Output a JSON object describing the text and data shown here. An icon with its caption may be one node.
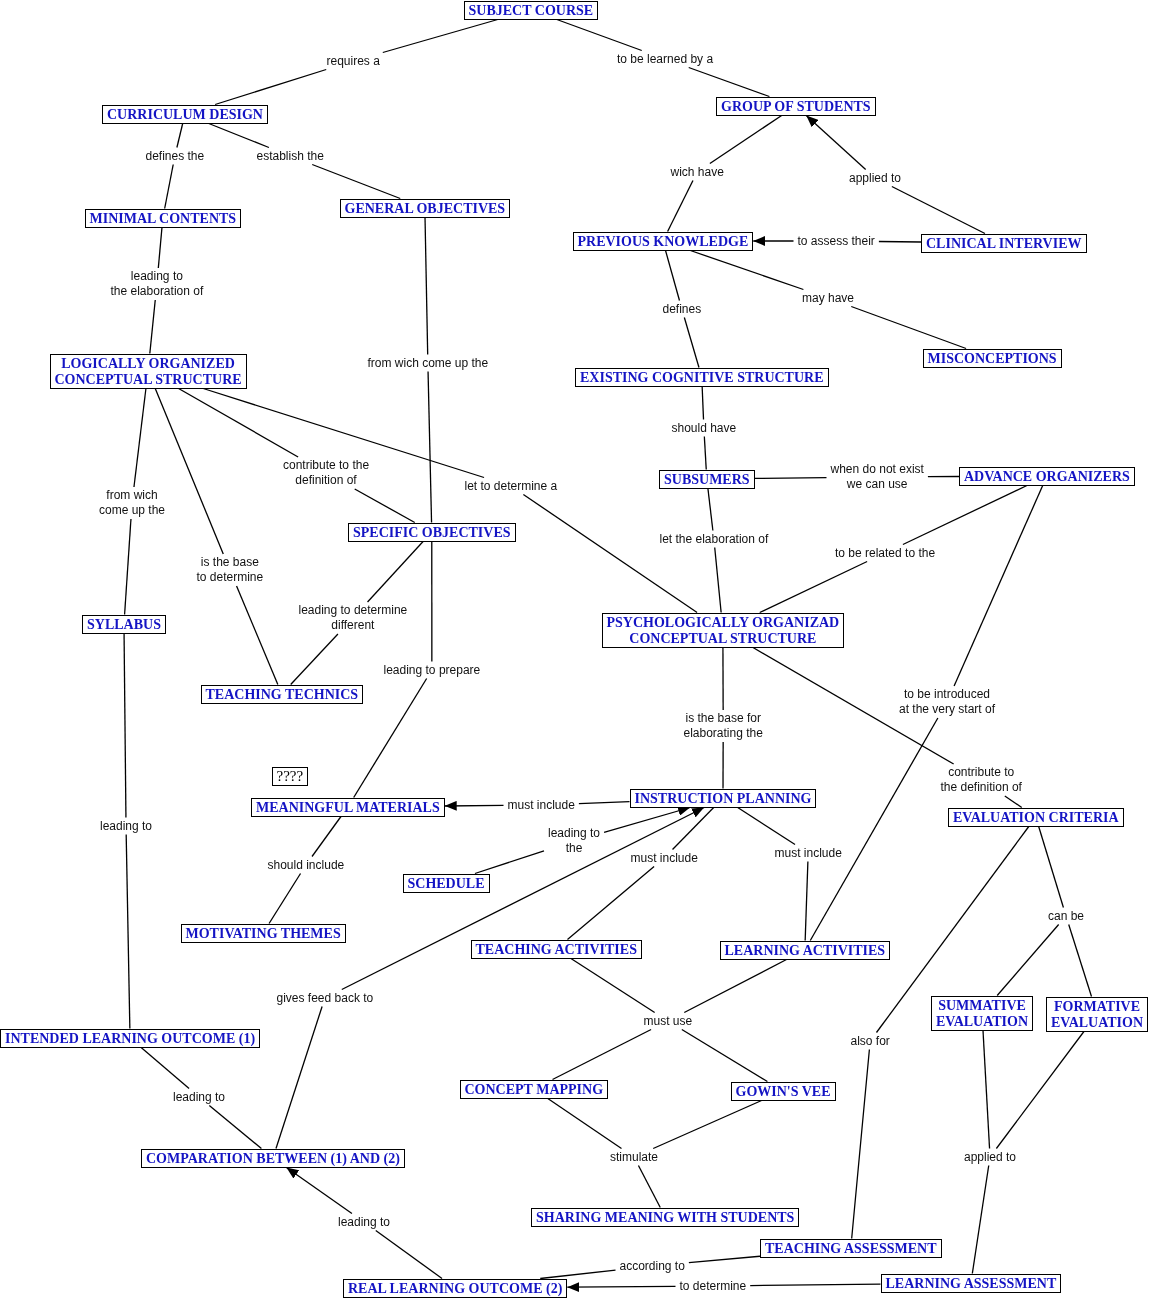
{
  "diagram": {
    "nodes": [
      {
        "text": [
          "SUBJECT COURSE"
        ]
      },
      {
        "text": [
          "requires a"
        ]
      },
      {
        "text": [
          "to be learned by a"
        ]
      },
      {
        "text": [
          "CURRICULUM DESIGN"
        ]
      },
      {
        "text": [
          "GROUP OF STUDENTS"
        ]
      },
      {
        "text": [
          "defines the"
        ]
      },
      {
        "text": [
          "establish the"
        ]
      },
      {
        "text": [
          "wich have"
        ]
      },
      {
        "text": [
          "applied to"
        ]
      },
      {
        "text": [
          "GENERAL OBJECTIVES"
        ]
      },
      {
        "text": [
          "MINIMAL CONTENTS"
        ]
      },
      {
        "text": [
          "PREVIOUS KNOWLEDGE"
        ]
      },
      {
        "text": [
          "to assess their"
        ]
      },
      {
        "text": [
          "CLINICAL INTERVIEW"
        ]
      },
      {
        "text": [
          "leading to the elaboration of"
        ]
      },
      {
        "text": [
          "may have"
        ]
      },
      {
        "text": [
          "defines"
        ]
      },
      {
        "text": [
          "MISCONCEPTIONS"
        ]
      },
      {
        "text": [
          "from wich come up the"
        ]
      },
      {
        "text": [
          "LOGICALLY ORGANIZED CONCEPTUAL STRUCTURE"
        ]
      },
      {
        "text": [
          "EXISTING COGNITIVE STRUCTURE"
        ]
      },
      {
        "text": [
          "should have"
        ]
      },
      {
        "text": [
          "contribute to the definition of"
        ]
      },
      {
        "text": [
          "SUBSUMERS"
        ]
      },
      {
        "text": [
          "when do not exist we can use"
        ]
      },
      {
        "text": [
          "ADVANCE ORGANIZERS"
        ]
      },
      {
        "text": [
          "let to determine a"
        ]
      },
      {
        "text": [
          "from wich come up the"
        ]
      },
      {
        "text": [
          "SPECIFIC OBJECTIVES"
        ]
      },
      {
        "text": [
          "let the elaboration of"
        ]
      },
      {
        "text": [
          "to be related to the"
        ]
      },
      {
        "text": [
          "is the base to determine"
        ]
      },
      {
        "text": [
          "leading to determine different"
        ]
      },
      {
        "text": [
          "SYLLABUS"
        ]
      },
      {
        "text": [
          "PSYCHOLOGICALLY ORGANIZAD CONCEPTUAL STRUCTURE"
        ]
      },
      {
        "text": [
          "leading to prepare"
        ]
      },
      {
        "text": [
          "TEACHING TECHNICS"
        ]
      },
      {
        "text": [
          "to be introduced at the very start of"
        ]
      },
      {
        "text": [
          "is the base for elaborating the"
        ]
      },
      {
        "text": [
          "????"
        ]
      },
      {
        "text": [
          "contribute to the definition of"
        ]
      },
      {
        "text": [
          "INSTRUCTION PLANNING"
        ]
      },
      {
        "text": [
          "must include"
        ]
      },
      {
        "text": [
          "MEANINGFUL MATERIALS"
        ]
      },
      {
        "text": [
          "EVALUATION CRITERIA"
        ]
      },
      {
        "text": [
          "leading to"
        ]
      },
      {
        "text": [
          "leading to the"
        ]
      },
      {
        "text": [
          "must include"
        ]
      },
      {
        "text": [
          "must include"
        ]
      },
      {
        "text": [
          "should include"
        ]
      },
      {
        "text": [
          "SCHEDULE"
        ]
      },
      {
        "text": [
          "can be"
        ]
      },
      {
        "text": [
          "MOTIVATING THEMES"
        ]
      },
      {
        "text": [
          "TEACHING ACTIVITIES"
        ]
      },
      {
        "text": [
          "LEARNING ACTIVITIES"
        ]
      },
      {
        "text": [
          "gives feed back to"
        ]
      },
      {
        "text": [
          "SUMMATIVE EVALUATION"
        ]
      },
      {
        "text": [
          "FORMATIVE EVALUATION"
        ]
      },
      {
        "text": [
          "must use"
        ]
      },
      {
        "text": [
          "INTENDED LEARNING OUTCOME (1)"
        ]
      },
      {
        "text": [
          "also for"
        ]
      },
      {
        "text": [
          "CONCEPT MAPPING"
        ]
      },
      {
        "text": [
          "GOWIN'S VEE"
        ]
      },
      {
        "text": [
          "leading to"
        ]
      },
      {
        "text": [
          "COMPARATION BETWEEN (1) AND (2)"
        ]
      },
      {
        "text": [
          "stimulate"
        ]
      },
      {
        "text": [
          "applied to"
        ]
      },
      {
        "text": [
          "SHARING MEANING WITH STUDENTS"
        ]
      },
      {
        "text": [
          "leading to"
        ]
      },
      {
        "text": [
          "TEACHING ASSESSMENT"
        ]
      },
      {
        "text": [
          "according to"
        ]
      },
      {
        "text": [
          "LEARNING ASSESSMENT"
        ]
      },
      {
        "text": [
          "to determine"
        ]
      },
      {
        "text": [
          "REAL LEARNING OUTCOME (2)"
        ]
      }
    ],
    "edges": [
      {
        "from": 0,
        "to": 1,
        "arrow": "none"
      },
      {
        "from": 1,
        "to": 3,
        "arrow": "none"
      },
      {
        "from": 0,
        "to": 2,
        "arrow": "none"
      },
      {
        "from": 2,
        "to": 4,
        "arrow": "none"
      },
      {
        "from": 3,
        "to": 5,
        "arrow": "none"
      },
      {
        "from": 5,
        "to": 10,
        "arrow": "none"
      },
      {
        "from": 3,
        "to": 6,
        "arrow": "none"
      },
      {
        "from": 6,
        "to": 9,
        "arrow": "none"
      },
      {
        "from": 4,
        "to": 7,
        "arrow": "none"
      },
      {
        "from": 7,
        "to": 11,
        "arrow": "none"
      },
      {
        "from": 13,
        "to": 8,
        "arrow": "none"
      },
      {
        "from": 8,
        "to": 4,
        "arrow": "to"
      },
      {
        "from": 13,
        "to": 12,
        "arrow": "none"
      },
      {
        "from": 12,
        "to": 11,
        "arrow": "to"
      },
      {
        "from": 10,
        "to": 14,
        "arrow": "none"
      },
      {
        "from": 14,
        "to": 19,
        "arrow": "none"
      },
      {
        "from": 9,
        "to": 18,
        "arrow": "none"
      },
      {
        "from": 18,
        "to": 28,
        "arrow": "none"
      },
      {
        "from": 11,
        "to": 16,
        "arrow": "none"
      },
      {
        "from": 16,
        "to": 20,
        "arrow": "none"
      },
      {
        "from": 11,
        "to": 15,
        "arrow": "none"
      },
      {
        "from": 15,
        "to": 17,
        "arrow": "none"
      },
      {
        "from": 20,
        "to": 21,
        "arrow": "none"
      },
      {
        "from": 21,
        "to": 23,
        "arrow": "none"
      },
      {
        "from": 23,
        "to": 24,
        "arrow": "none"
      },
      {
        "from": 24,
        "to": 25,
        "arrow": "none"
      },
      {
        "from": 19,
        "to": 22,
        "arrow": "none"
      },
      {
        "from": 22,
        "to": 28,
        "arrow": "none"
      },
      {
        "from": 19,
        "to": 26,
        "arrow": "none"
      },
      {
        "from": 26,
        "to": 34,
        "arrow": "none"
      },
      {
        "from": 19,
        "to": 27,
        "arrow": "none"
      },
      {
        "from": 27,
        "to": 33,
        "arrow": "none"
      },
      {
        "from": 19,
        "to": 31,
        "arrow": "none"
      },
      {
        "from": 31,
        "to": 36,
        "arrow": "none"
      },
      {
        "from": 23,
        "to": 29,
        "arrow": "none"
      },
      {
        "from": 29,
        "to": 34,
        "arrow": "none"
      },
      {
        "from": 25,
        "to": 30,
        "arrow": "none"
      },
      {
        "from": 30,
        "to": 34,
        "arrow": "none"
      },
      {
        "from": 28,
        "to": 32,
        "arrow": "none"
      },
      {
        "from": 32,
        "to": 36,
        "arrow": "none"
      },
      {
        "from": 28,
        "to": 35,
        "arrow": "none"
      },
      {
        "from": 35,
        "to": 43,
        "arrow": "none"
      },
      {
        "from": 25,
        "to": 37,
        "arrow": "none"
      },
      {
        "from": 37,
        "to": 54,
        "arrow": "none"
      },
      {
        "from": 34,
        "to": 38,
        "arrow": "none"
      },
      {
        "from": 38,
        "to": 41,
        "arrow": "none"
      },
      {
        "from": 34,
        "to": 40,
        "arrow": "none"
      },
      {
        "from": 40,
        "to": 44,
        "arrow": "none"
      },
      {
        "from": 33,
        "to": 45,
        "arrow": "none"
      },
      {
        "from": 45,
        "to": 59,
        "arrow": "none"
      },
      {
        "from": 41,
        "to": 42,
        "arrow": "none"
      },
      {
        "from": 42,
        "to": 43,
        "arrow": "to"
      },
      {
        "from": 50,
        "to": 46,
        "arrow": "none"
      },
      {
        "from": 46,
        "to": 41,
        "arrow": "to"
      },
      {
        "from": 41,
        "to": 47,
        "arrow": "none"
      },
      {
        "from": 47,
        "to": 53,
        "arrow": "none"
      },
      {
        "from": 41,
        "to": 48,
        "arrow": "none"
      },
      {
        "from": 48,
        "to": 54,
        "arrow": "none"
      },
      {
        "from": 43,
        "to": 49,
        "arrow": "none"
      },
      {
        "from": 49,
        "to": 52,
        "arrow": "none"
      },
      {
        "from": 44,
        "to": 51,
        "arrow": "none"
      },
      {
        "from": 51,
        "to": 56,
        "arrow": "none"
      },
      {
        "from": 51,
        "to": 57,
        "arrow": "none"
      },
      {
        "from": 44,
        "to": 60,
        "arrow": "none"
      },
      {
        "from": 60,
        "to": 69,
        "arrow": "none"
      },
      {
        "from": 53,
        "to": 58,
        "arrow": "none"
      },
      {
        "from": 54,
        "to": 58,
        "arrow": "none"
      },
      {
        "from": 58,
        "to": 61,
        "arrow": "none"
      },
      {
        "from": 58,
        "to": 62,
        "arrow": "none"
      },
      {
        "from": 64,
        "to": 55,
        "arrow": "none"
      },
      {
        "from": 55,
        "to": 41,
        "arrow": "to"
      },
      {
        "from": 59,
        "to": 63,
        "arrow": "none"
      },
      {
        "from": 63,
        "to": 64,
        "arrow": "none"
      },
      {
        "from": 61,
        "to": 65,
        "arrow": "none"
      },
      {
        "from": 62,
        "to": 65,
        "arrow": "none"
      },
      {
        "from": 65,
        "to": 67,
        "arrow": "none"
      },
      {
        "from": 56,
        "to": 66,
        "arrow": "none"
      },
      {
        "from": 57,
        "to": 66,
        "arrow": "none"
      },
      {
        "from": 66,
        "to": 71,
        "arrow": "none"
      },
      {
        "from": 73,
        "to": 68,
        "arrow": "none"
      },
      {
        "from": 68,
        "to": 64,
        "arrow": "to"
      },
      {
        "from": 69,
        "to": 70,
        "arrow": "none"
      },
      {
        "from": 70,
        "to": 73,
        "arrow": "none"
      },
      {
        "from": 71,
        "to": 72,
        "arrow": "none"
      },
      {
        "from": 72,
        "to": 73,
        "arrow": "to"
      }
    ]
  }
}
